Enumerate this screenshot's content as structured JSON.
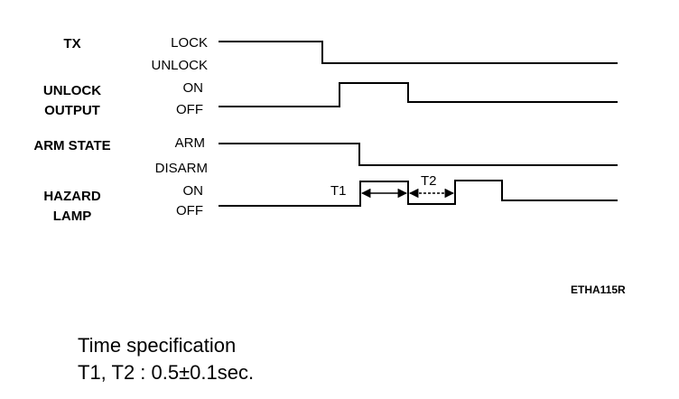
{
  "signals": [
    {
      "id": "tx",
      "name_lines": [
        "TX"
      ],
      "high_label": "LOCK",
      "low_label": "UNLOCK"
    },
    {
      "id": "unlock-output",
      "name_lines": [
        "UNLOCK",
        "OUTPUT"
      ],
      "high_label": "ON",
      "low_label": "OFF"
    },
    {
      "id": "arm-state",
      "name_lines": [
        "ARM STATE"
      ],
      "high_label": "ARM",
      "low_label": "DISARM"
    },
    {
      "id": "hazard-lamp",
      "name_lines": [
        "HAZARD",
        "LAMP"
      ],
      "high_label": "ON",
      "low_label": "OFF"
    }
  ],
  "intervals": [
    {
      "label": "T1"
    },
    {
      "label": "T2"
    }
  ],
  "figure_code": "ETHA115R",
  "spec": {
    "title": "Time specification",
    "line": "T1, T2 :  0.5±0.1sec."
  },
  "colors": {
    "line": "#000000",
    "background": "#ffffff"
  }
}
